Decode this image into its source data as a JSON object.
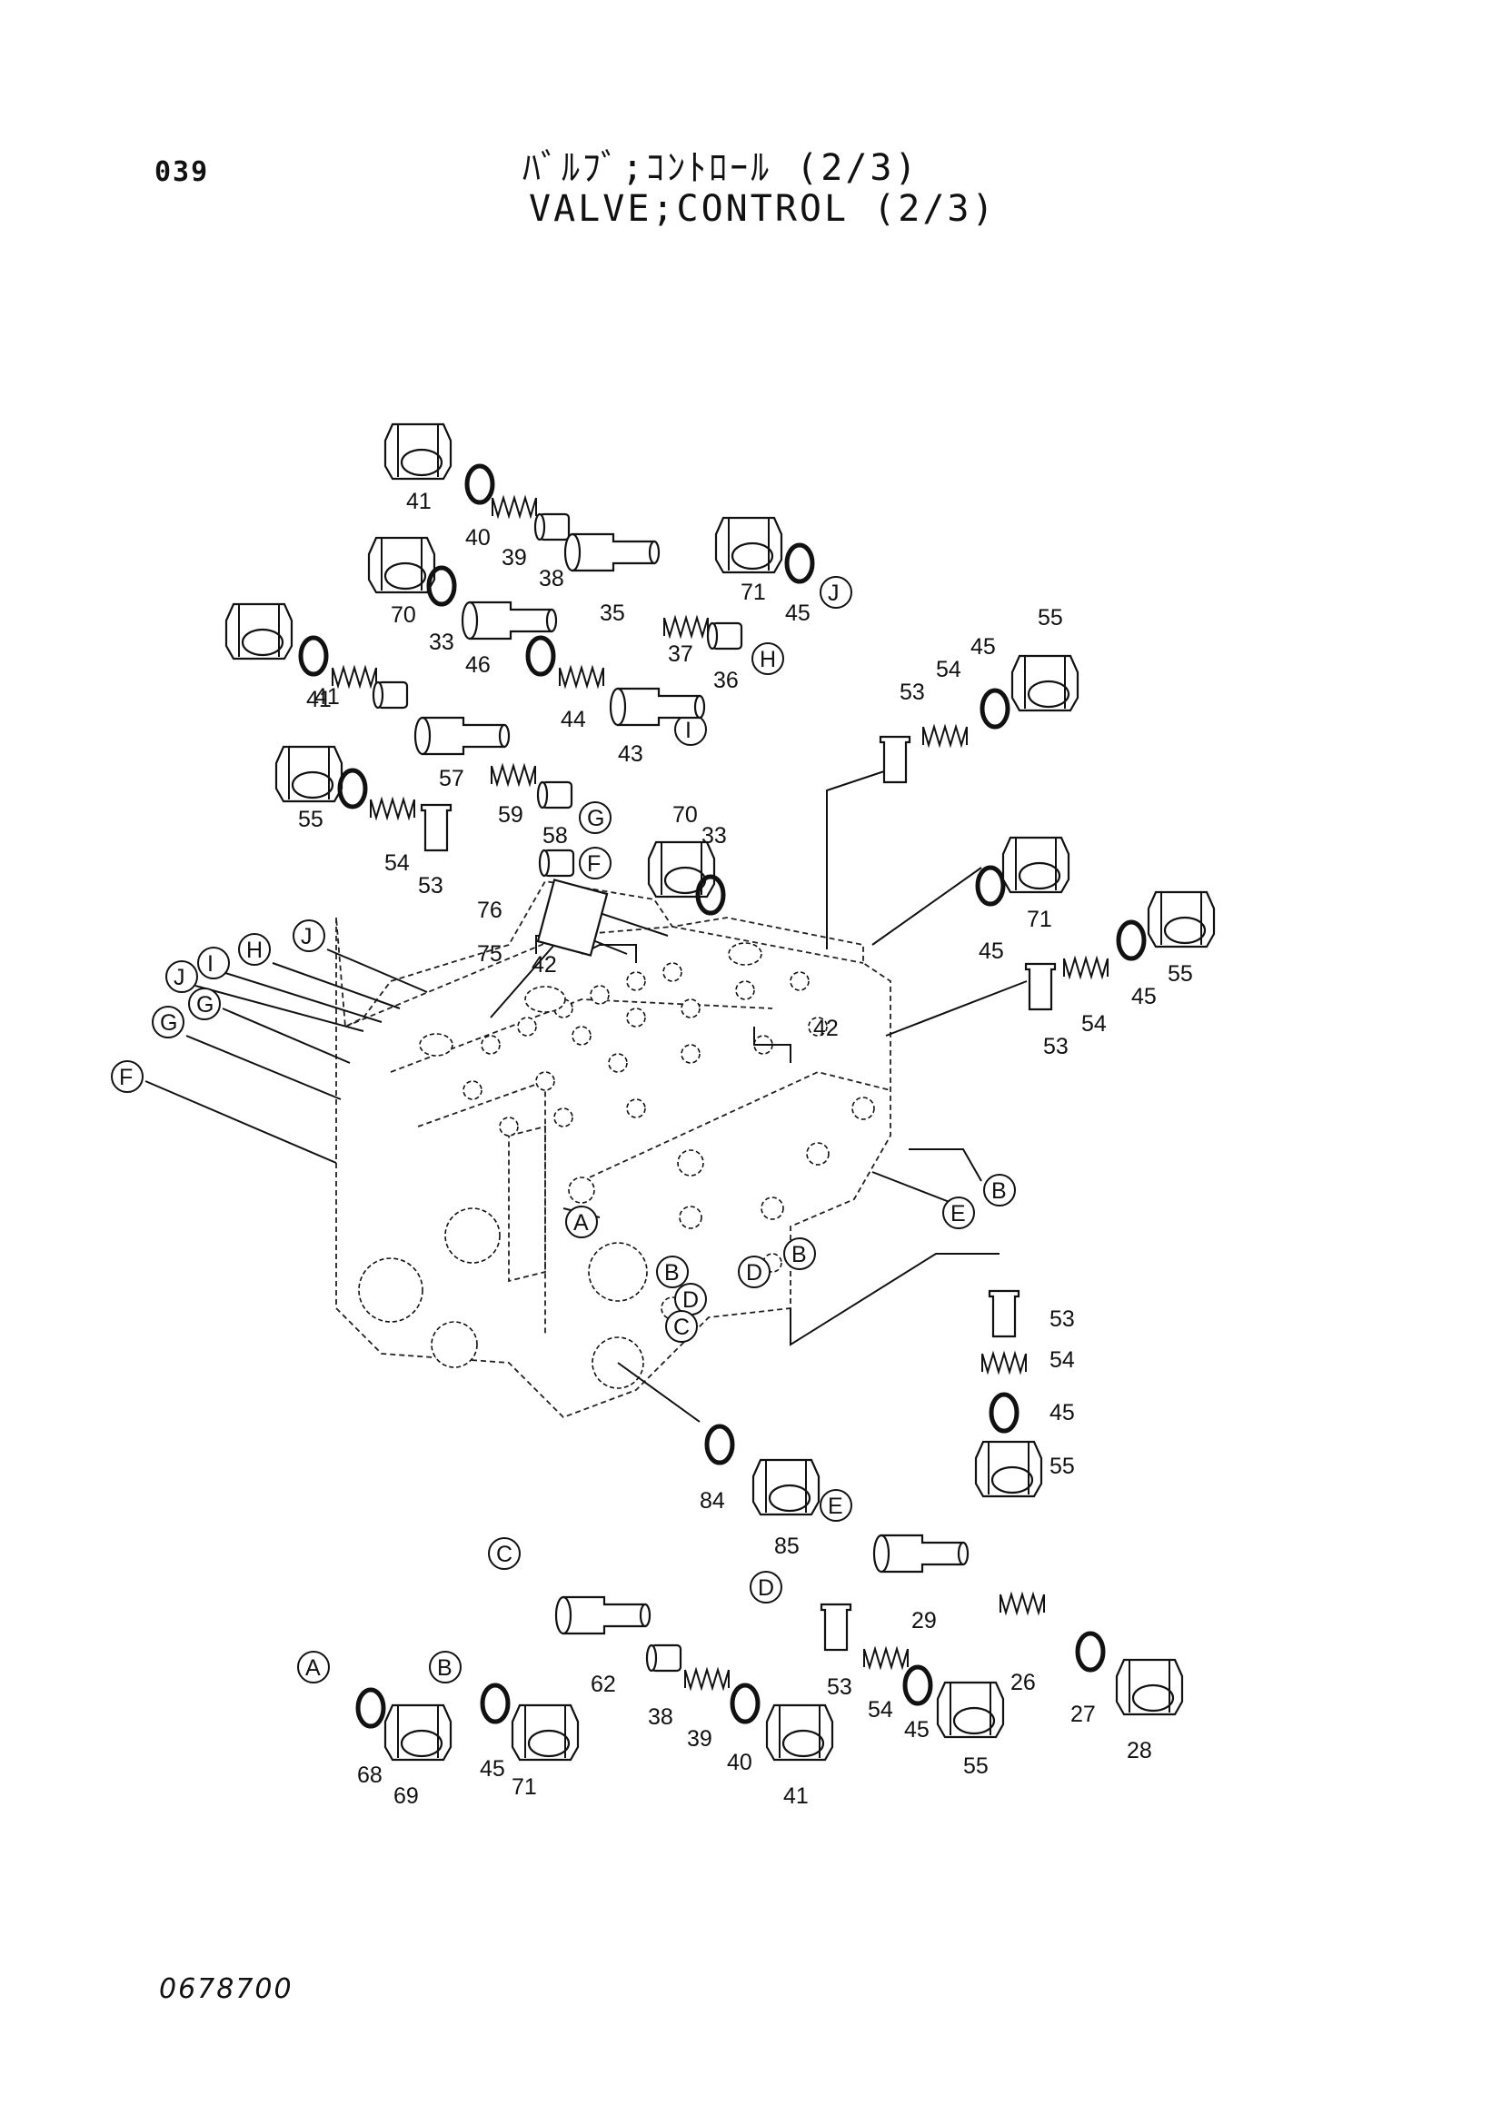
{
  "header": {
    "page_number": "039",
    "title_jp": "ﾊﾞﾙﾌﾞ;ｺﾝﾄﾛｰﾙ (2/3)",
    "title_en": "VALVE;CONTROL (2/3)"
  },
  "footer": {
    "drawing_number": "0678700"
  },
  "parts": [
    {
      "id": "41",
      "kind": "plug"
    },
    {
      "id": "40",
      "kind": "oring"
    },
    {
      "id": "39",
      "kind": "spring"
    },
    {
      "id": "38",
      "kind": "sleeve"
    },
    {
      "id": "35",
      "kind": "spool"
    },
    {
      "id": "71",
      "kind": "plug"
    },
    {
      "id": "45",
      "kind": "oring"
    },
    {
      "id": "70",
      "kind": "plug"
    },
    {
      "id": "33",
      "kind": "oring"
    },
    {
      "id": "46",
      "kind": "spool"
    },
    {
      "id": "37",
      "kind": "spring"
    },
    {
      "id": "36",
      "kind": "sleeve"
    },
    {
      "id": "44",
      "kind": "spring"
    },
    {
      "id": "43",
      "kind": "spool"
    },
    {
      "id": "57",
      "kind": "spool"
    },
    {
      "id": "59",
      "kind": "spring"
    },
    {
      "id": "58",
      "kind": "sleeve"
    },
    {
      "id": "55",
      "kind": "plug"
    },
    {
      "id": "54",
      "kind": "spring"
    },
    {
      "id": "53",
      "kind": "poppet"
    },
    {
      "id": "76",
      "kind": "screw"
    },
    {
      "id": "75",
      "kind": "plate"
    },
    {
      "id": "42",
      "kind": "pin"
    },
    {
      "id": "84",
      "kind": "oring"
    },
    {
      "id": "85",
      "kind": "plug"
    },
    {
      "id": "29",
      "kind": "spool"
    },
    {
      "id": "26",
      "kind": "spring"
    },
    {
      "id": "27",
      "kind": "oring"
    },
    {
      "id": "28",
      "kind": "plug"
    },
    {
      "id": "62",
      "kind": "spool"
    },
    {
      "id": "68",
      "kind": "oring"
    },
    {
      "id": "69",
      "kind": "plug"
    }
  ],
  "reference_letters": [
    "A",
    "B",
    "C",
    "D",
    "E",
    "F",
    "G",
    "H",
    "I",
    "J"
  ]
}
